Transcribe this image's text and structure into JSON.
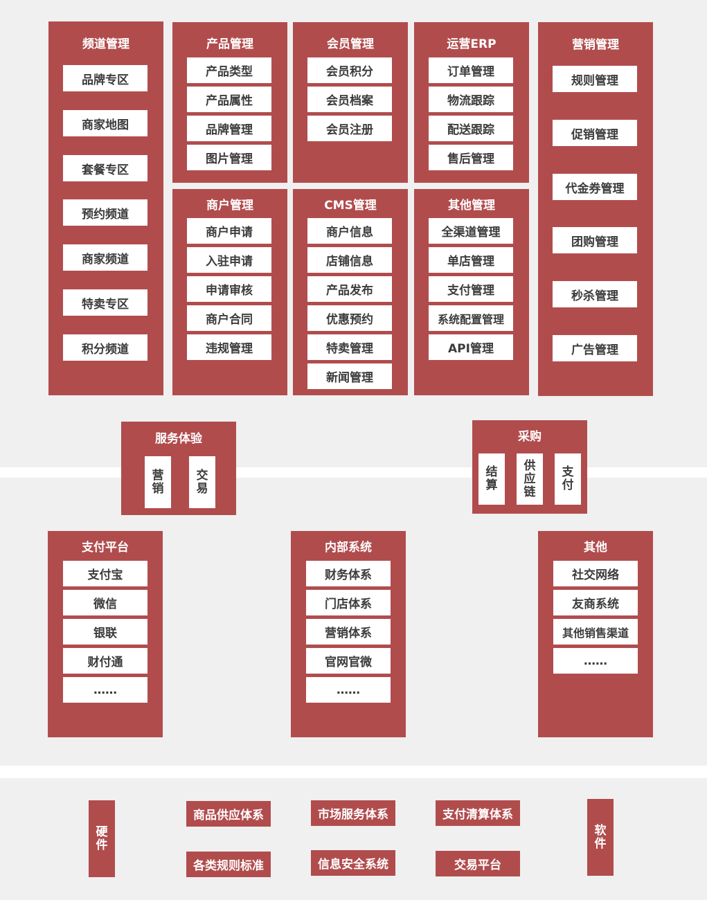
{
  "colors": {
    "panel": "#b14c4d",
    "background": "#f0f0f0",
    "item_bg": "#ffffff",
    "item_text": "#3c3c3c"
  },
  "top": {
    "channel": {
      "title": "频道管理",
      "items": [
        "品牌专区",
        "商家地图",
        "套餐专区",
        "预约频道",
        "商家频道",
        "特卖专区",
        "积分频道"
      ]
    },
    "product": {
      "title": "产品管理",
      "items": [
        "产品类型",
        "产品属性",
        "品牌管理",
        "图片管理"
      ]
    },
    "member": {
      "title": "会员管理",
      "items": [
        "会员积分",
        "会员档案",
        "会员注册"
      ]
    },
    "erp": {
      "title": "运营ERP",
      "items": [
        "订单管理",
        "物流跟踪",
        "配送跟踪",
        "售后管理"
      ]
    },
    "marketing": {
      "title": "营销管理",
      "items": [
        "规则管理",
        "促销管理",
        "代金券管理",
        "团购管理",
        "秒杀管理",
        "广告管理"
      ]
    },
    "merchant": {
      "title": "商户管理",
      "items": [
        "商户申请",
        "入驻申请",
        "申请审核",
        "商户合同",
        "违规管理"
      ]
    },
    "cms": {
      "title": "CMS管理",
      "items": [
        "商户信息",
        "店铺信息",
        "产品发布",
        "优惠预约",
        "特卖管理",
        "新闻管理"
      ]
    },
    "other_mgmt": {
      "title": "其他管理",
      "items": [
        "全渠道管理",
        "单店管理",
        "支付管理",
        "系统配置管理",
        "API管理"
      ]
    }
  },
  "middle": {
    "service": {
      "title": "服务体验",
      "items": [
        "营销",
        "交易"
      ]
    },
    "purchase": {
      "title": "采购",
      "items": [
        "结算",
        "供应链",
        "支付"
      ]
    }
  },
  "bottom": {
    "payment": {
      "title": "支付平台",
      "items": [
        "支付宝",
        "微信",
        "银联",
        "财付通",
        "……"
      ]
    },
    "internal": {
      "title": "内部系统",
      "items": [
        "财务体系",
        "门店体系",
        "营销体系",
        "官网官微",
        "……"
      ]
    },
    "others": {
      "title": "其他",
      "items": [
        "社交网络",
        "友商系统",
        "其他销售渠道",
        "……"
      ]
    }
  },
  "foundation": {
    "hardware": "硬件",
    "software": "软件",
    "items": [
      "商品供应体系",
      "市场服务体系",
      "支付清算体系",
      "各类规则标准",
      "信息安全系统",
      "交易平台"
    ]
  }
}
